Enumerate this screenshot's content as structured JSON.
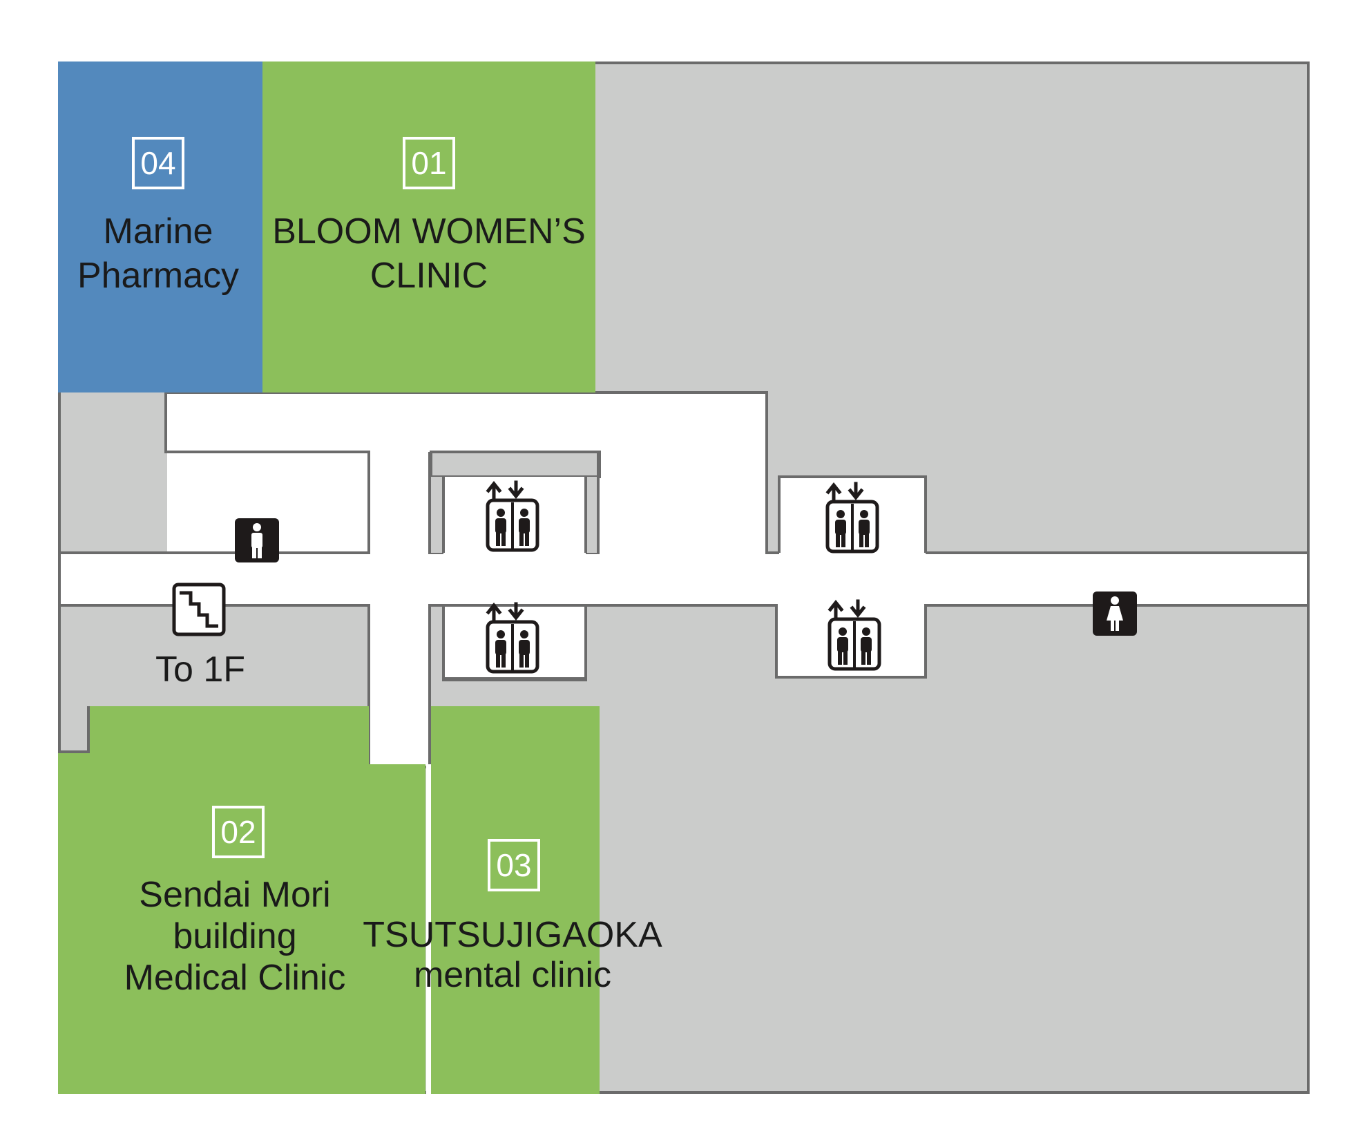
{
  "colors": {
    "pharmacy": "#5389bd",
    "clinic": "#8cbf5b",
    "other": "#cbcccb",
    "corridor": "#ffffff",
    "wall": "#6b6b6b",
    "icon": "#1e1a1a"
  },
  "rooms": {
    "pharmacy": {
      "number": "04",
      "name_line1": "Marine",
      "name_line2": "Pharmacy"
    },
    "bloom": {
      "number": "01",
      "name_line1": "BLOOM WOMEN’S",
      "name_line2": "CLINIC"
    },
    "sendai": {
      "number": "02",
      "name_line1": "Sendai Mori",
      "name_line2": "building",
      "name_line3": "Medical Clinic"
    },
    "tsutsujigaoka": {
      "number": "03",
      "name_line1": "TSUTSUJIGAOKA",
      "name_line2": "mental clinic"
    }
  },
  "stairs": {
    "label": "To 1F",
    "icon": "stairs-icon"
  },
  "restrooms": [
    {
      "icon": "mens-restroom-icon"
    },
    {
      "icon": "womens-restroom-icon"
    }
  ],
  "elevators": [
    {
      "icon": "elevator-icon"
    },
    {
      "icon": "elevator-icon"
    },
    {
      "icon": "elevator-icon"
    },
    {
      "icon": "elevator-icon"
    }
  ]
}
